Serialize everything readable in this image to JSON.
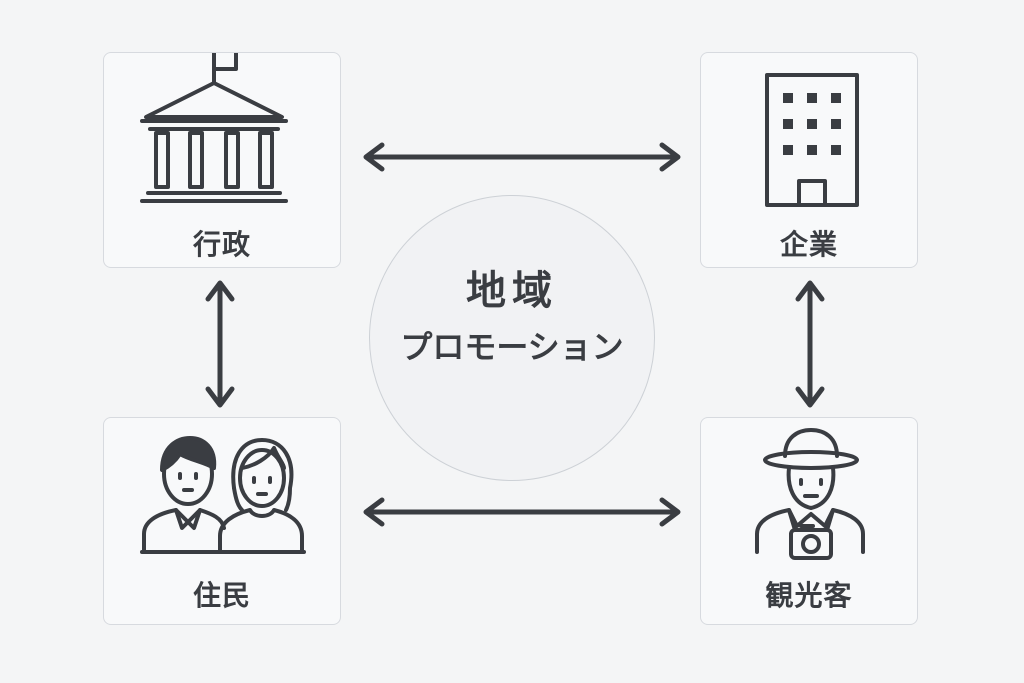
{
  "center": {
    "line1": "地域",
    "line2": "プロモーション"
  },
  "nodes": {
    "government": {
      "label": "行政",
      "icon": "government-building-icon"
    },
    "company": {
      "label": "企業",
      "icon": "office-building-icon"
    },
    "residents": {
      "label": "住民",
      "icon": "residents-icon"
    },
    "tourist": {
      "label": "観光客",
      "icon": "tourist-icon"
    }
  },
  "colors": {
    "background": "#f4f5f6",
    "card": "#f8f9fa",
    "stroke": "#3a3d42",
    "border": "#d7dadf"
  }
}
